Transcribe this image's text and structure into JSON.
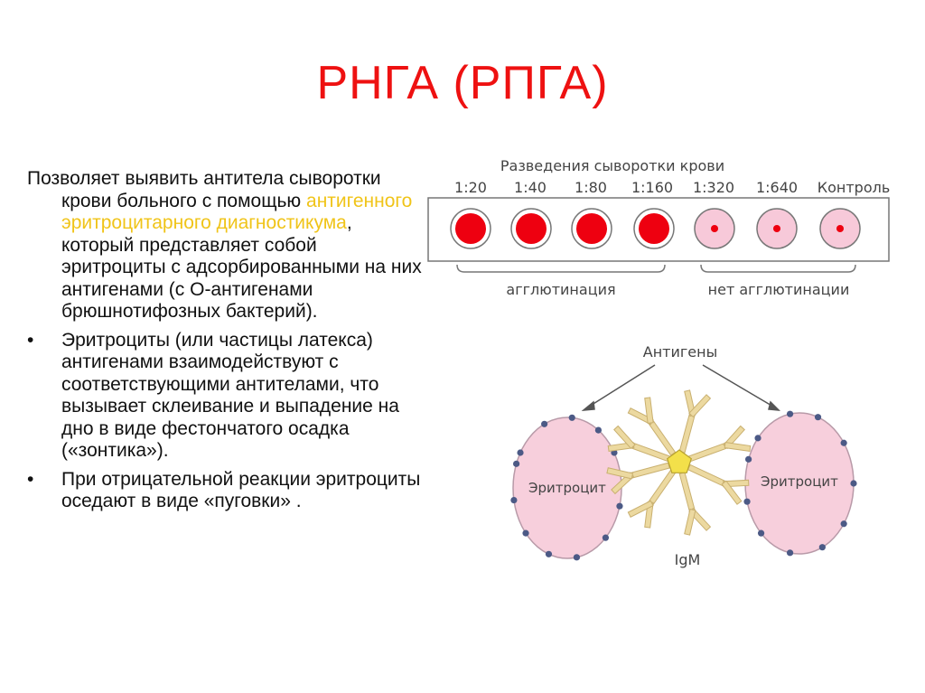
{
  "title": "РНГА (РПГА)",
  "text": {
    "p1_part1": "Позволяет выявить антитела сыворотки крови больного с помощью ",
    "p1_highlight": "антигенного эритроцитарного диагностикума",
    "p1_part2": ", который представляет собой эритроциты с адсорбированными на них антигенами (с О-антигенами брюшнотифозных бактерий).",
    "bullet": "•",
    "p2": "Эритроциты (или частицы латекса) антигенами взаимодействуют с соответствующими антителами, что вызывает склеивание и выпадение на дно в виде фестончатого осадка («зонтика»).",
    "p3": "При отрицательной реакции эритроциты оседают в виде «пуговки» ."
  },
  "colors": {
    "title": "#ee1111",
    "highlight": "#f0c419",
    "well_red": "#ee0010",
    "well_pink": "#f7c9d9",
    "cell_fill": "#f7cfdc",
    "antigen_dot": "#4c5a86",
    "antibody": "#ecd9a0",
    "antibody_stroke": "#c9b070",
    "pentamer": "#f3e04a"
  },
  "dilution_plate": {
    "caption": "Разведения сыворотки крови",
    "wells": [
      {
        "label": "1:20",
        "result": "agglutination"
      },
      {
        "label": "1:40",
        "result": "agglutination"
      },
      {
        "label": "1:80",
        "result": "agglutination"
      },
      {
        "label": "1:160",
        "result": "agglutination"
      },
      {
        "label": "1:320",
        "result": "no-agglutination"
      },
      {
        "label": "1:640",
        "result": "no-agglutination"
      },
      {
        "label": "Контроль",
        "result": "no-agglutination"
      }
    ],
    "group_positive": "агглютинация",
    "group_negative": "нет агглютинации"
  },
  "diagram": {
    "antigens_label": "Антигены",
    "left_cell_label": "Эритроцит",
    "right_cell_label": "Эритроцит",
    "antibody_label": "IgM"
  }
}
